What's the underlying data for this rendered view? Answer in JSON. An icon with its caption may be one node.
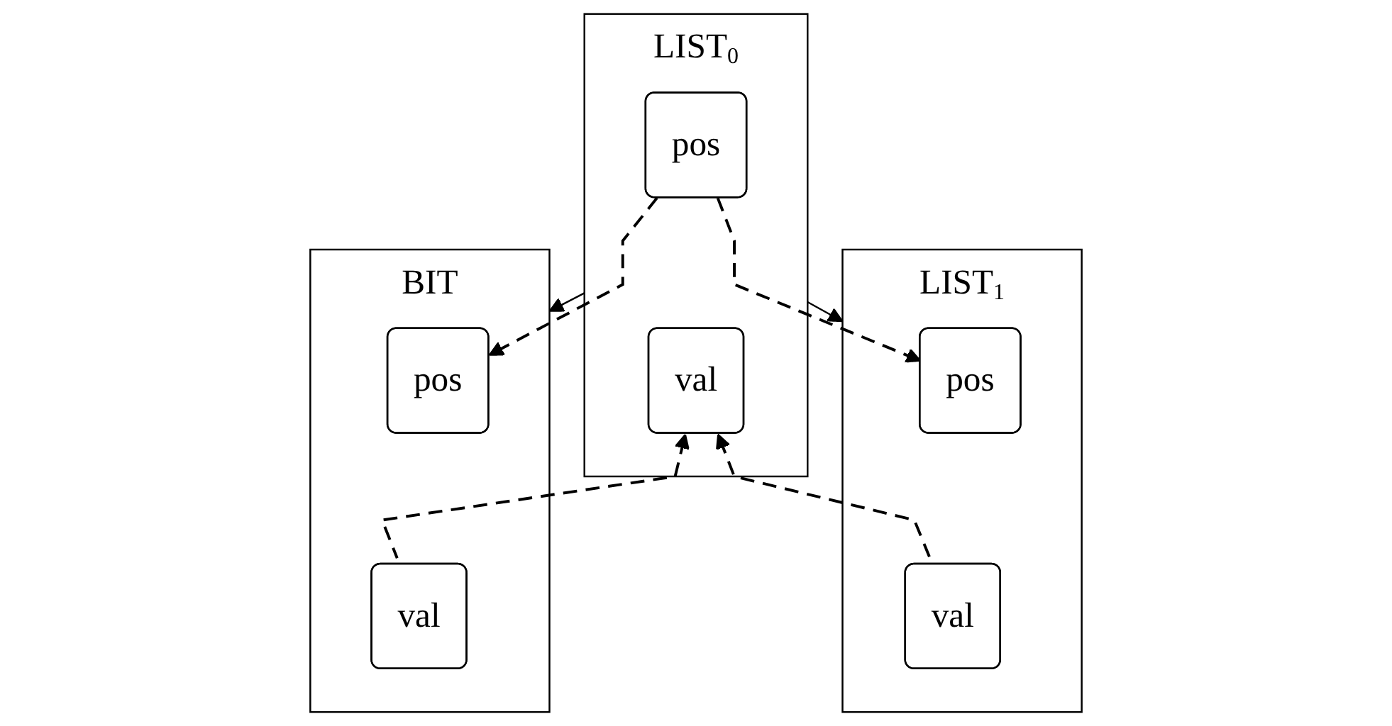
{
  "diagram": {
    "nodes": [
      {
        "text": [
          "LIST$_{0}$"
        ]
      },
      {
        "text": [
          "pos"
        ],
        "in": 0
      },
      {
        "text": [
          "val"
        ],
        "in": 0
      },
      {
        "text": [
          "LIST$_{1}$"
        ]
      },
      {
        "text": [
          "pos"
        ],
        "in": 3
      },
      {
        "text": [
          "val"
        ],
        "in": 3
      },
      {
        "text": [
          "BIT"
        ]
      },
      {
        "text": [
          "pos"
        ],
        "in": 6
      },
      {
        "text": [
          "val"
        ],
        "in": 6
      }
    ],
    "edges": [
      {
        "from": 0,
        "to": 3,
        "arrow": "to"
      },
      {
        "from": 0,
        "to": 6,
        "arrow": "to"
      },
      {
        "from": 1,
        "to": 4,
        "arrow": "to",
        "style": "dashed"
      },
      {
        "from": 1,
        "to": 7,
        "arrow": "to",
        "style": "dashed"
      },
      {
        "from": 5,
        "to": 2,
        "arrow": "to",
        "style": "dashed"
      },
      {
        "from": 8,
        "to": 2,
        "arrow": "to",
        "style": "dashed"
      }
    ]
  }
}
